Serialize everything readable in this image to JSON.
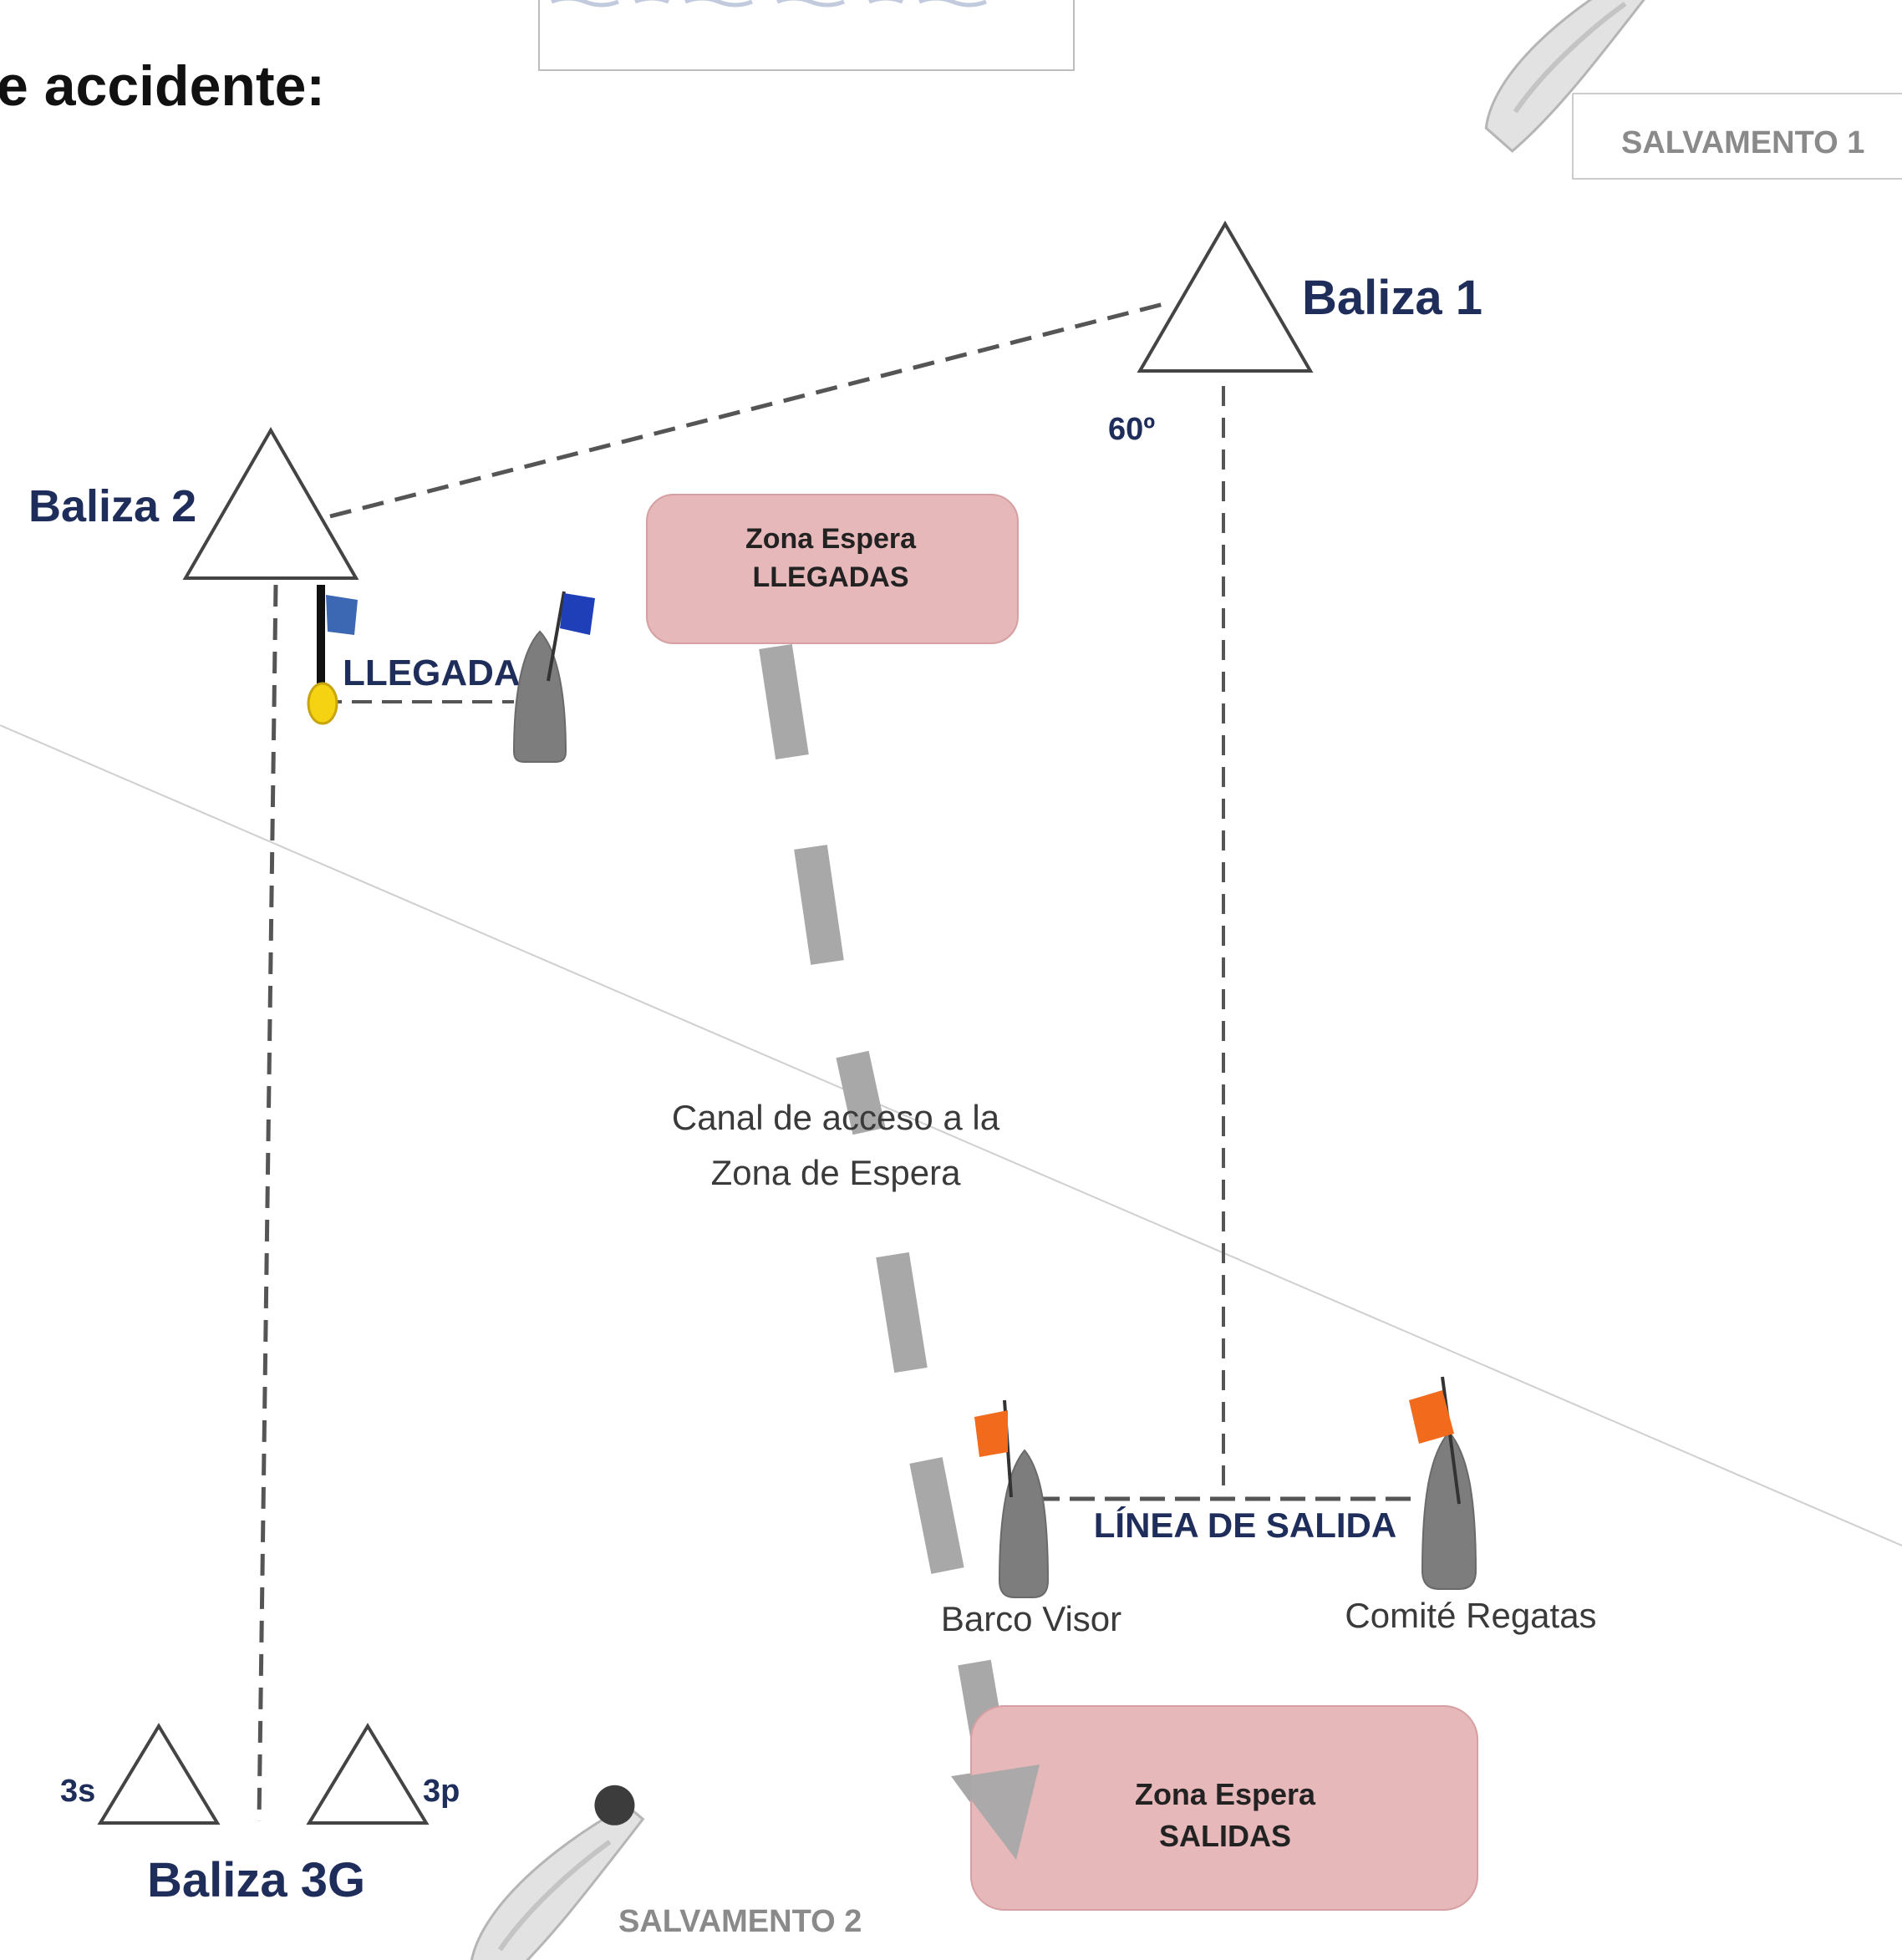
{
  "header": {
    "title": "e accidente:",
    "legend_box_text": ""
  },
  "marks": {
    "baliza1": "Baliza 1",
    "baliza2": "Baliza 2",
    "baliza3g": "Baliza 3G",
    "mark_3s": "3s",
    "mark_3p": "3p",
    "angle": "60º"
  },
  "lines": {
    "llegada": "LLEGADA",
    "linea_salida": "LÍNEA DE SALIDA"
  },
  "zones": {
    "llegadas_line1": "Zona Espera",
    "llegadas_line2": "LLEGADAS",
    "salidas_line1": "Zona Espera",
    "salidas_line2": "SALIDAS"
  },
  "channel": {
    "line1": "Canal de acceso a la",
    "line2": "Zona de Espera"
  },
  "boats": {
    "barco_visor": "Barco Visor",
    "comite": "Comité Regatas",
    "salvamento1": "SALVAMENTO 1",
    "salvamento2": "SALVAMENTO 2"
  },
  "colors": {
    "navy_label": "#1f2d5a",
    "zone_fill": "#e6b8b9",
    "boat_grey": "#808080",
    "flag_orange": "#f26a1b",
    "flag_blue": "#1f3fb8",
    "buoy_yellow": "#f5d312",
    "channel_grey": "#a8a8a8"
  },
  "icons": [
    "triangle-mark-icon",
    "flag-icon",
    "boat-icon",
    "jetski-icon",
    "arrow-icon",
    "buoy-icon"
  ]
}
